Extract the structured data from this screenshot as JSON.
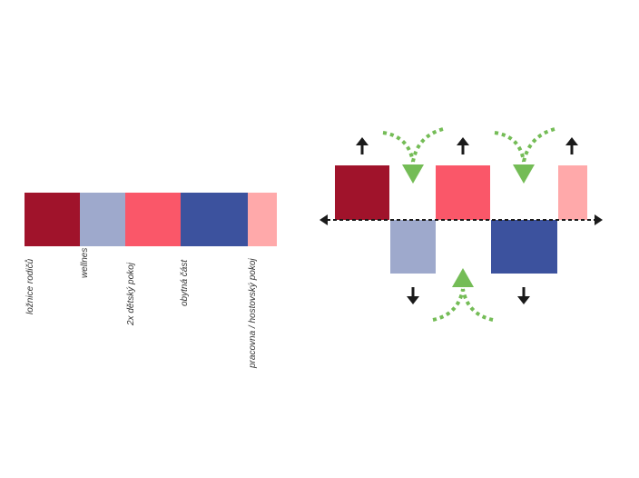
{
  "legend": {
    "items": [
      {
        "label": "ložnice rodičů",
        "color": "#A0132B"
      },
      {
        "label": "wellnes",
        "color": "#9EA9CC"
      },
      {
        "label": "2x dětský pokoj",
        "color": "#FA5769"
      },
      {
        "label": "obytná část",
        "color": "#3C529E"
      },
      {
        "label": "pracovna / hostovský pokoj",
        "color": "#FFA9AA"
      }
    ]
  },
  "diagram": {
    "arrow_color": "#1A1A1A",
    "green_color": "#74BC56",
    "axis_color": "#1A1A1A"
  }
}
